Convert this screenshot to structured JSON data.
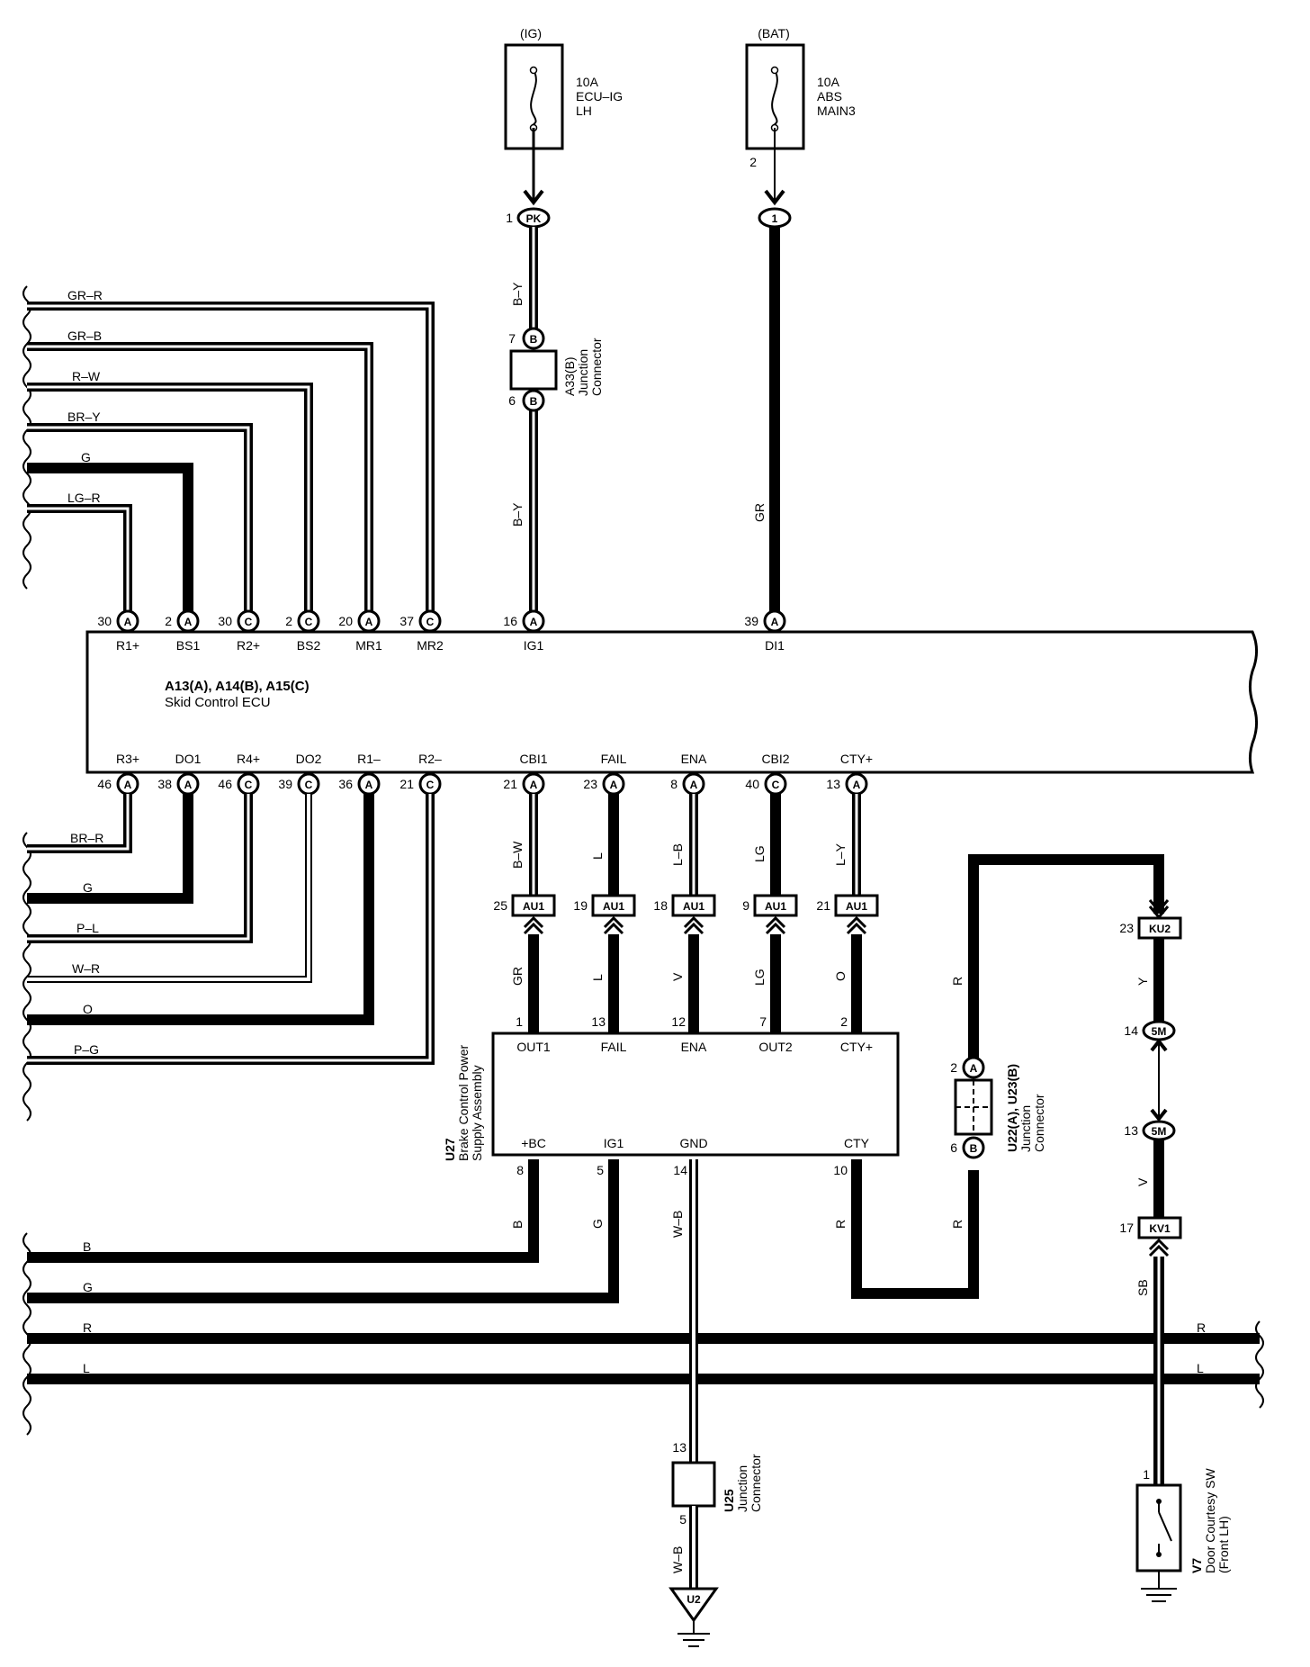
{
  "power": {
    "ig": {
      "source": "(IG)",
      "line1": "10A",
      "line2": "ECU–IG",
      "line3": "LH"
    },
    "bat": {
      "source": "(BAT)",
      "line1": "10A",
      "line2": "ABS",
      "line3": "MAIN3",
      "pin": "2"
    }
  },
  "conn_pk": {
    "code": "PK",
    "pin": "1"
  },
  "conn_1": {
    "code": "1"
  },
  "a33": {
    "name": "A33(B)",
    "line1": "Junction",
    "line2": "Connector",
    "pin_top": "7",
    "pin_bot": "6",
    "code": "B"
  },
  "wires_vertical": {
    "upper_by": "B–Y",
    "lower_by": "B–Y",
    "gr": "GR"
  },
  "left_upper_wires": [
    "GR–R",
    "GR–B",
    "R–W",
    "BR–Y",
    "G",
    "LG–R"
  ],
  "left_lower_wires": [
    "BR–R",
    "G",
    "P–L",
    "W–R",
    "O",
    "P–G"
  ],
  "ecu": {
    "title1": "A13(A), A14(B), A15(C)",
    "title2": "Skid Control ECU",
    "top_pins": [
      {
        "num": "30",
        "code": "A",
        "name": "R1+"
      },
      {
        "num": "2",
        "code": "A",
        "name": "BS1"
      },
      {
        "num": "30",
        "code": "C",
        "name": "R2+"
      },
      {
        "num": "2",
        "code": "C",
        "name": "BS2"
      },
      {
        "num": "20",
        "code": "A",
        "name": "MR1"
      },
      {
        "num": "37",
        "code": "C",
        "name": "MR2"
      },
      {
        "num": "16",
        "code": "A",
        "name": "IG1"
      },
      {
        "num": "39",
        "code": "A",
        "name": "DI1"
      }
    ],
    "bottom_pins": [
      {
        "num": "46",
        "code": "A",
        "name": "R3+"
      },
      {
        "num": "38",
        "code": "A",
        "name": "DO1"
      },
      {
        "num": "46",
        "code": "C",
        "name": "R4+"
      },
      {
        "num": "39",
        "code": "C",
        "name": "DO2"
      },
      {
        "num": "36",
        "code": "A",
        "name": "R1–"
      },
      {
        "num": "21",
        "code": "C",
        "name": "R2–"
      },
      {
        "num": "21",
        "code": "A",
        "name": "CBI1"
      },
      {
        "num": "23",
        "code": "A",
        "name": "FAIL"
      },
      {
        "num": "8",
        "code": "A",
        "name": "ENA"
      },
      {
        "num": "40",
        "code": "C",
        "name": "CBI2"
      },
      {
        "num": "13",
        "code": "A",
        "name": "CTY+"
      }
    ]
  },
  "au1": [
    {
      "upper_wire": "B–W",
      "num": "25",
      "code": "AU1",
      "lower_wire": "GR"
    },
    {
      "upper_wire": "L",
      "num": "19",
      "code": "AU1",
      "lower_wire": "L"
    },
    {
      "upper_wire": "L–B",
      "num": "18",
      "code": "AU1",
      "lower_wire": "V"
    },
    {
      "upper_wire": "LG",
      "num": "9",
      "code": "AU1",
      "lower_wire": "LG"
    },
    {
      "upper_wire": "L–Y",
      "num": "21",
      "code": "AU1",
      "lower_wire": "O"
    }
  ],
  "u27": {
    "name": "U27",
    "line1": "Brake Control Power",
    "line2": "Supply Assembly",
    "top_pins": [
      {
        "num": "1",
        "name": "OUT1"
      },
      {
        "num": "13",
        "name": "FAIL"
      },
      {
        "num": "12",
        "name": "ENA"
      },
      {
        "num": "7",
        "name": "OUT2"
      },
      {
        "num": "2",
        "name": "CTY+"
      }
    ],
    "bottom_pins": [
      {
        "num": "8",
        "name": "+BC",
        "wire": "B"
      },
      {
        "num": "5",
        "name": "IG1",
        "wire": "G"
      },
      {
        "num": "14",
        "name": "GND",
        "wire": "W–B"
      },
      {
        "num": "10",
        "name": "CTY",
        "wire": "R"
      }
    ]
  },
  "u22": {
    "name": "U22(A), U23(B)",
    "line1": "Junction",
    "line2": "Connector",
    "pin_top": "2",
    "code_top": "A",
    "pin_bot": "6",
    "code_bot": "B",
    "wire_top": "R",
    "wire_bot": "R"
  },
  "right_chain": {
    "ku2": {
      "num": "23",
      "code": "KU2"
    },
    "wire_y": "Y",
    "m14": {
      "num": "14",
      "code": "5M"
    },
    "m13": {
      "num": "13",
      "code": "5M"
    },
    "wire_v": "V",
    "kv1": {
      "num": "17",
      "code": "KV1"
    },
    "wire_sb": "SB"
  },
  "bottom_bus": [
    {
      "left": "B"
    },
    {
      "left": "G"
    },
    {
      "left": "R",
      "right": "R"
    },
    {
      "left": "L",
      "right": "L"
    }
  ],
  "u25": {
    "name": "U25",
    "line1": "Junction",
    "line2": "Connector",
    "pin_top": "13",
    "pin_bot": "5",
    "wire": "W–B",
    "ground": "U2"
  },
  "v7": {
    "name": "V7",
    "line1": "Door Courtesy SW",
    "line2": "(Front LH)",
    "pin": "1"
  }
}
